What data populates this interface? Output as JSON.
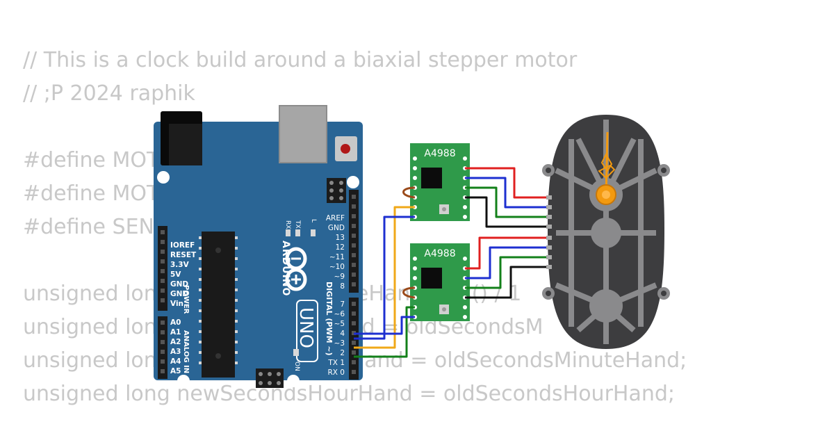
{
  "code_lines": [
    "// This is a clock build around a biaxial stepper motor",
    "// ;P 2024 raphik",
    "",
    "#define MOT",
    "#define MOT",
    "#define SENS",
    "",
    "unsigned lon                              eHan     llis() / 1",
    "unsigned lon                           and = oldSecondsM          nd;",
    "unsigned lon                           eHand = oldSecondsMinuteHand;",
    "unsigned long newSecondsHourHand = oldSecondsHourHand;"
  ],
  "arduino": {
    "brand": "ARDUINO",
    "model": "UNO",
    "on_label": "ON",
    "l_label": "L",
    "tx_label": "TX",
    "rx_label": "RX",
    "digital_label": "DIGITAL (PWM ~)",
    "power_label": "POWER",
    "analog_label": "ANALOG IN",
    "power_pins": [
      "IOREF",
      "RESET",
      "3.3V",
      "5V",
      "GND",
      "GND",
      "Vin"
    ],
    "analog_pins": [
      "A0",
      "A1",
      "A2",
      "A3",
      "A4",
      "A5"
    ],
    "digital_pins_top": [
      "AREF",
      "GND",
      "13",
      "12",
      "~11",
      "~10",
      "~9",
      "8"
    ],
    "digital_pins_bottom": [
      "7",
      "~6",
      "~5",
      "4",
      "~3",
      "2",
      "TX 1",
      "RX 0"
    ]
  },
  "drivers": [
    {
      "label": "A4988"
    },
    {
      "label": "A4988"
    }
  ],
  "colors": {
    "board": "#2a6595",
    "driver": "#2f9a4a",
    "motor": "#3d3d3f",
    "motor_frame": "#8a8a8c",
    "hand": "#f39a10",
    "wire_red": "#e02020",
    "wire_blue": "#1d2fd0",
    "wire_green": "#13801a",
    "wire_black": "#101010",
    "wire_orange": "#f0a818",
    "wire_brown": "#9a4a1a"
  }
}
